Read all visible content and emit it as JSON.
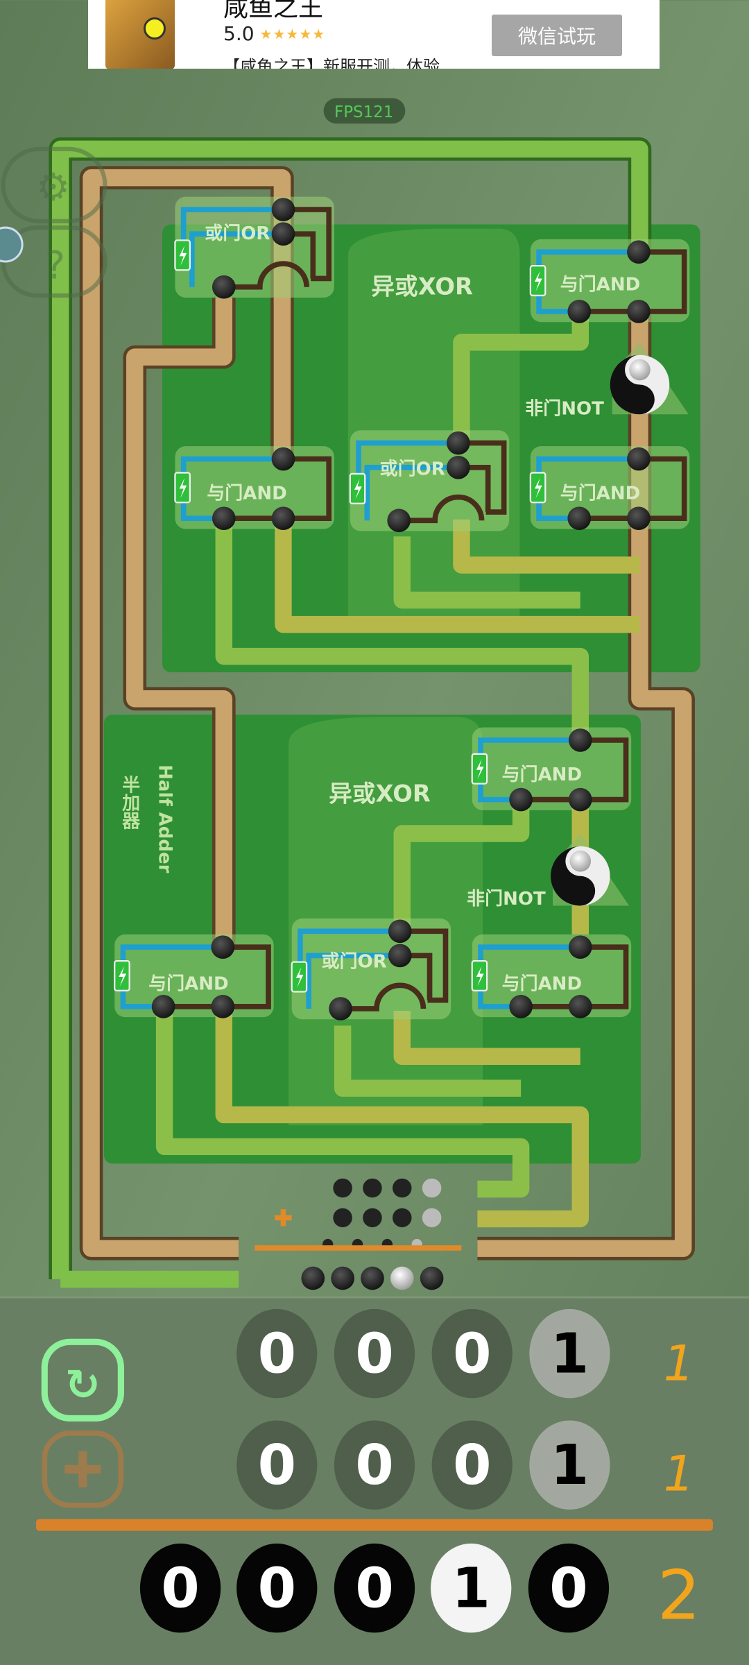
{
  "ad": {
    "title": "咸鱼之王",
    "rating": "5.0",
    "stars": 5,
    "description": "【咸鱼之王】新服开测，体验...",
    "button": "微信试玩"
  },
  "hud": {
    "fps": "FPS121"
  },
  "upper_module": {
    "xor_label": "异或XOR",
    "not_label": "非门NOT",
    "gates": [
      "或门OR",
      "与门AND",
      "与门AND",
      "或门OR",
      "与门AND"
    ]
  },
  "lower_module": {
    "title_cn": "半加器",
    "title_en": "Half Adder",
    "xor_label": "异或XOR",
    "not_label": "非门NOT",
    "gates": [
      "与门AND",
      "与门AND",
      "或门OR",
      "与门AND"
    ]
  },
  "calculator": {
    "row_a": {
      "digits": [
        "0",
        "0",
        "0",
        "1"
      ],
      "value": "1"
    },
    "row_b": {
      "digits": [
        "0",
        "0",
        "0",
        "1"
      ],
      "value": "1"
    },
    "result": {
      "digits": [
        "0",
        "0",
        "0",
        "1",
        "0"
      ],
      "value": "2"
    }
  },
  "colors": {
    "background": "#66845f",
    "accent_orange": "#d9822b",
    "refresh_green": "#8ef09a",
    "wire_blue": "#1f9fd0",
    "wire_brown": "#4a2e1c"
  }
}
